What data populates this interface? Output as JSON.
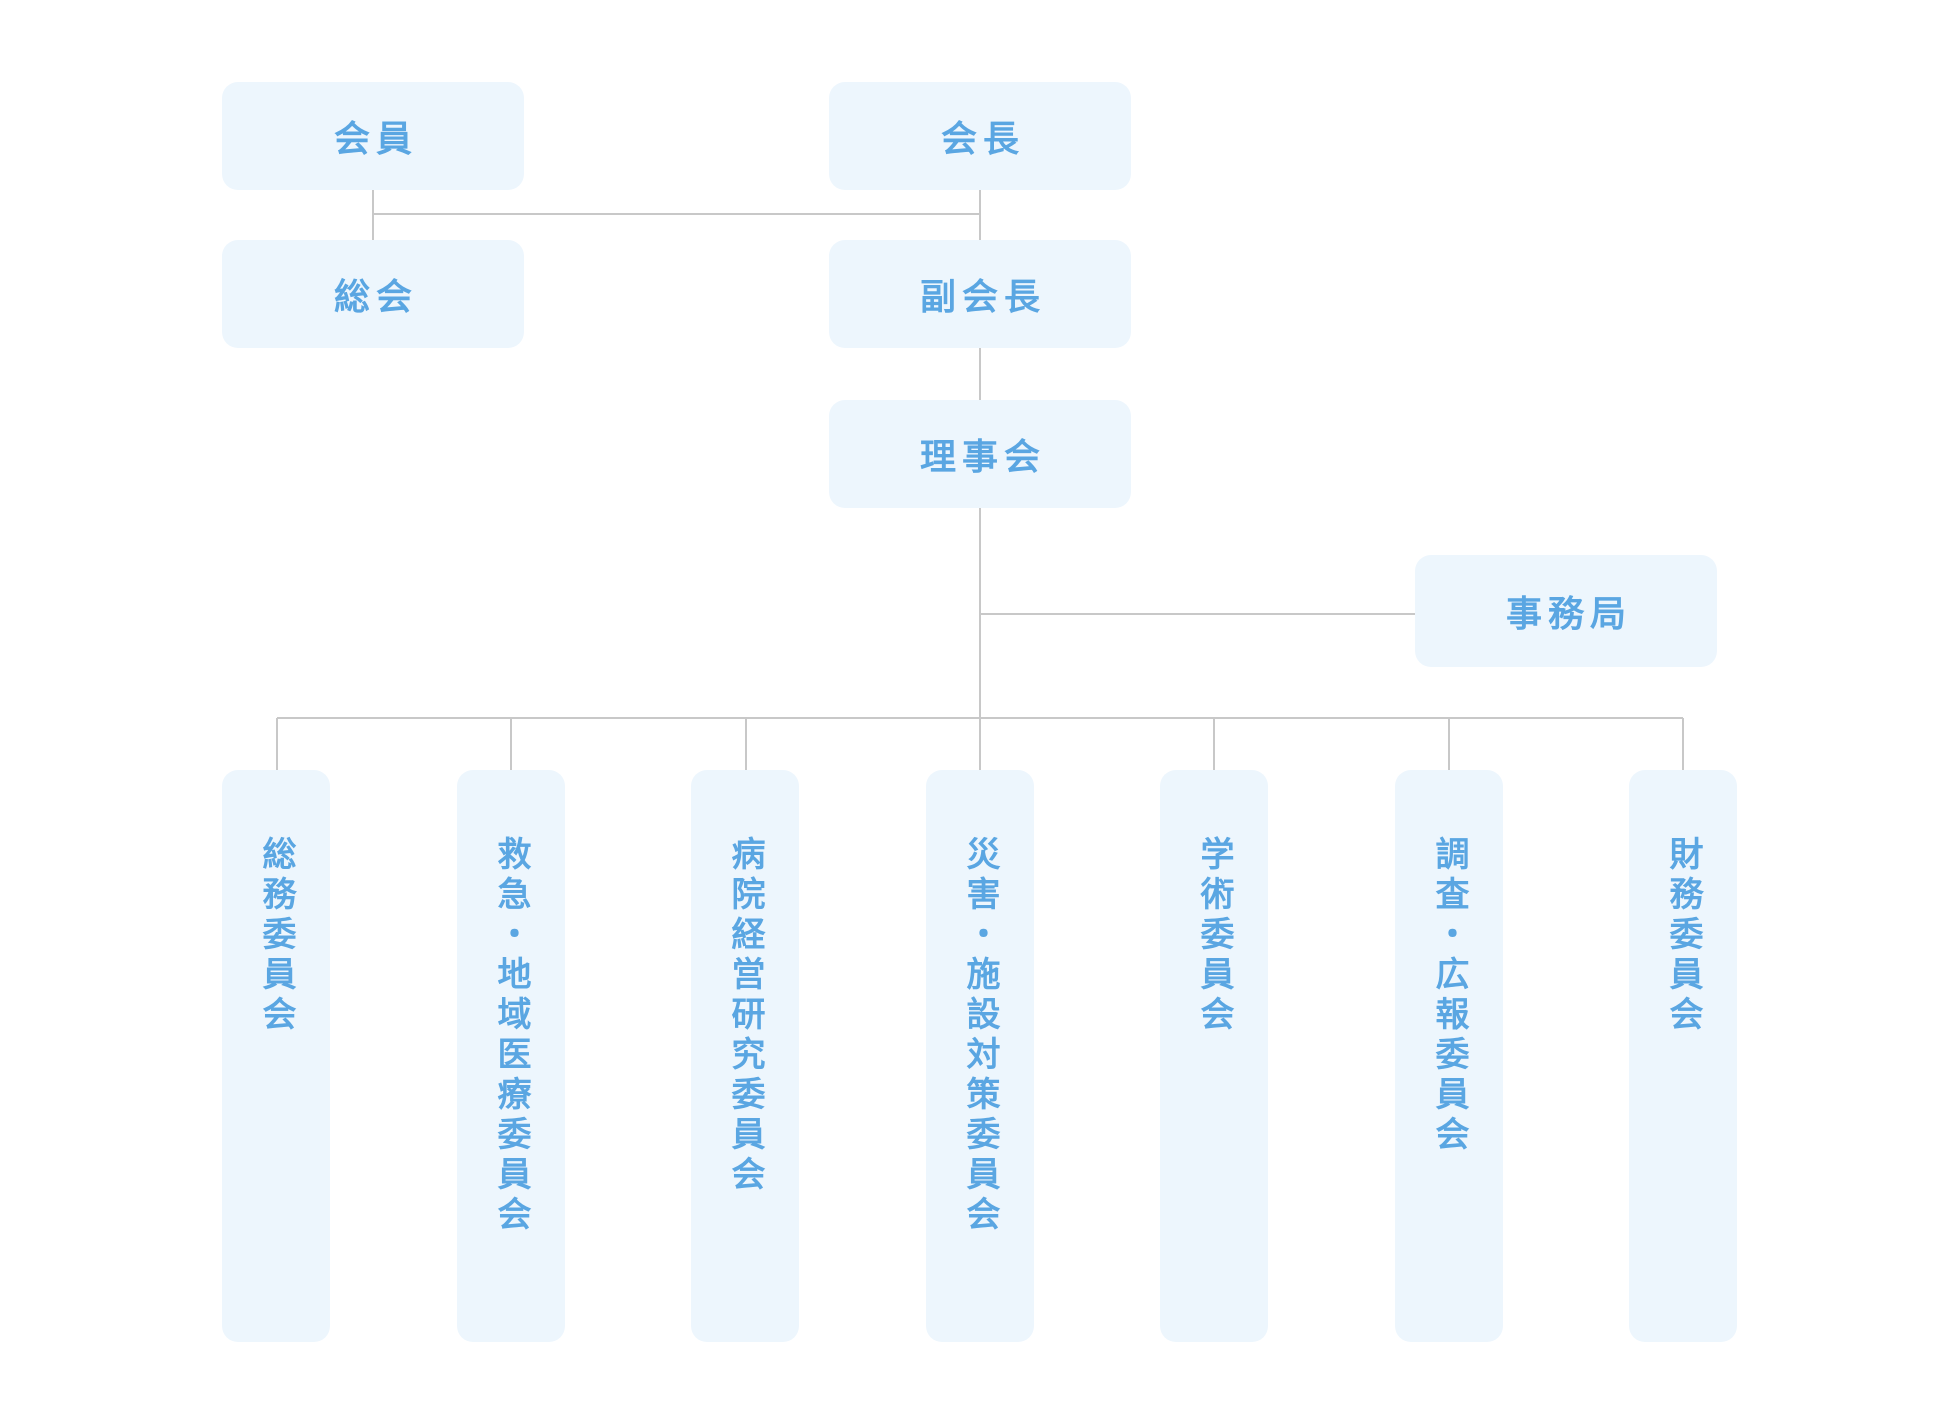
{
  "colors": {
    "box_fill": "#edf6fd",
    "text": "#5aa6e2",
    "connector": "#c8c8c8"
  },
  "nodes": {
    "kaiin": "会員",
    "kaicho": "会長",
    "sokai": "総会",
    "fukukaicho": "副会長",
    "rijikai": "理事会",
    "jimukyoku": "事務局"
  },
  "committees": [
    "総務委員会",
    "救急・地域医療委員会",
    "病院経営研究委員会",
    "災害・施設対策委員会",
    "学術委員会",
    "調査・広報委員会",
    "財務委員会"
  ]
}
